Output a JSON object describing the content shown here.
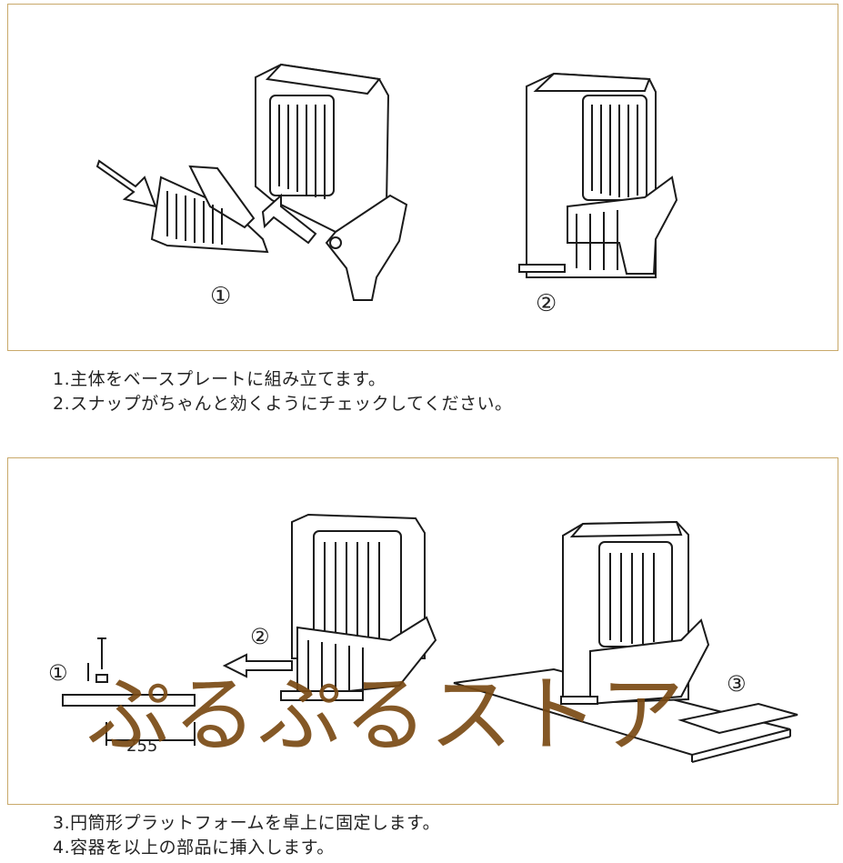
{
  "top_panel": {
    "step_labels": [
      "①",
      "②"
    ],
    "caption_lines": [
      "1.主体をベースプレートに組み立てます。",
      "2.スナップがちゃんと効くようにチェックしてください。"
    ]
  },
  "bottom_panel": {
    "step_labels": [
      "①",
      "②",
      "③"
    ],
    "dimension_label": "255",
    "caption_lines": [
      "3.円筒形プラットフォームを卓上に固定します。",
      "4.容器を以上の部品に挿入します。"
    ]
  },
  "watermark": "ぷるぷるストア",
  "colors": {
    "panel_border": "#c9a96a",
    "watermark": "#7a4a14",
    "line": "#1a1a1a"
  }
}
